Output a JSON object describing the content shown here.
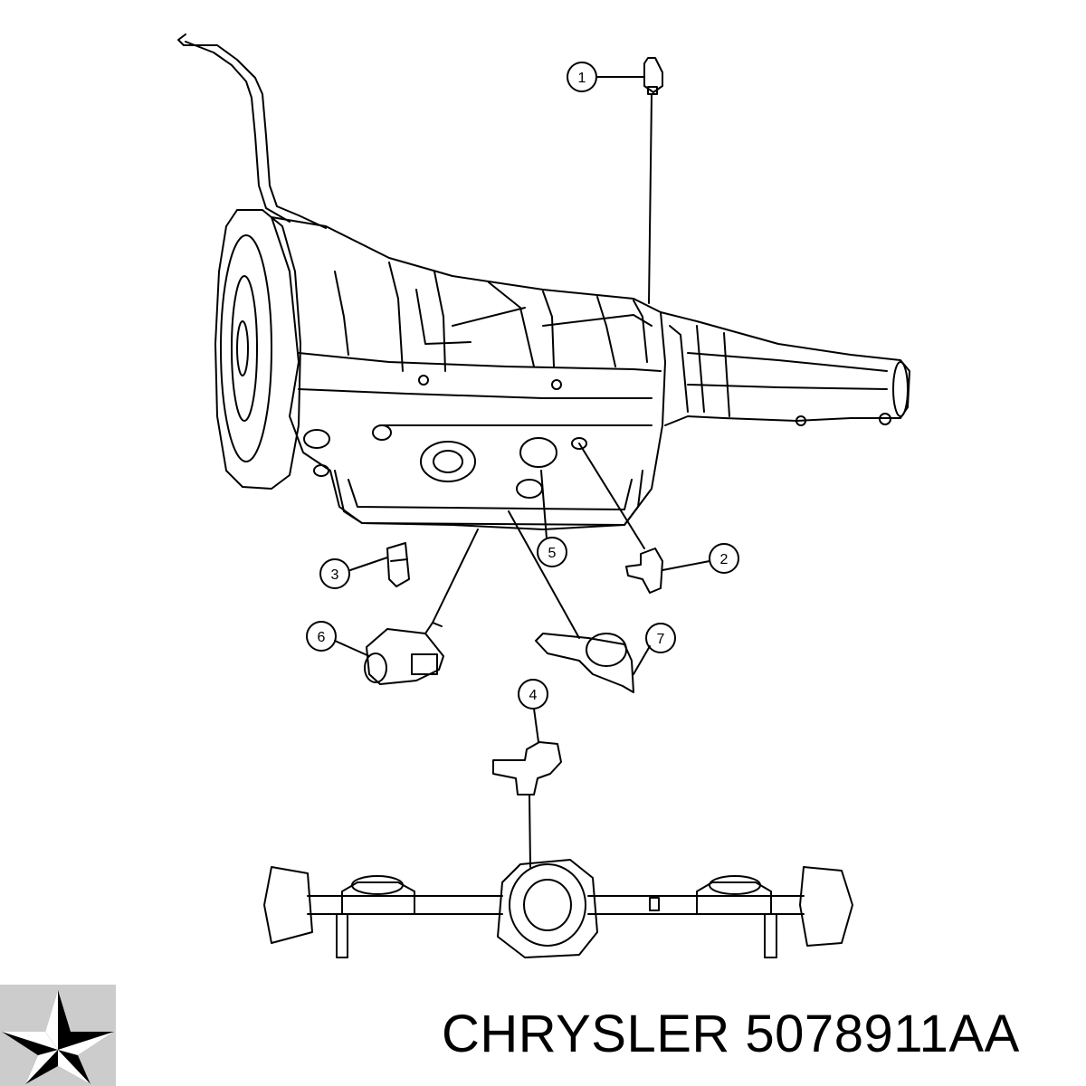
{
  "callouts": [
    "1",
    "2",
    "3",
    "4",
    "5",
    "6",
    "7"
  ],
  "brand": {
    "name": "CHRYSLER 5078911AA",
    "logo": "pentastar-logo"
  },
  "colors": {
    "line": "#000000",
    "background": "#ffffff",
    "logo_light": "#cccccc"
  }
}
